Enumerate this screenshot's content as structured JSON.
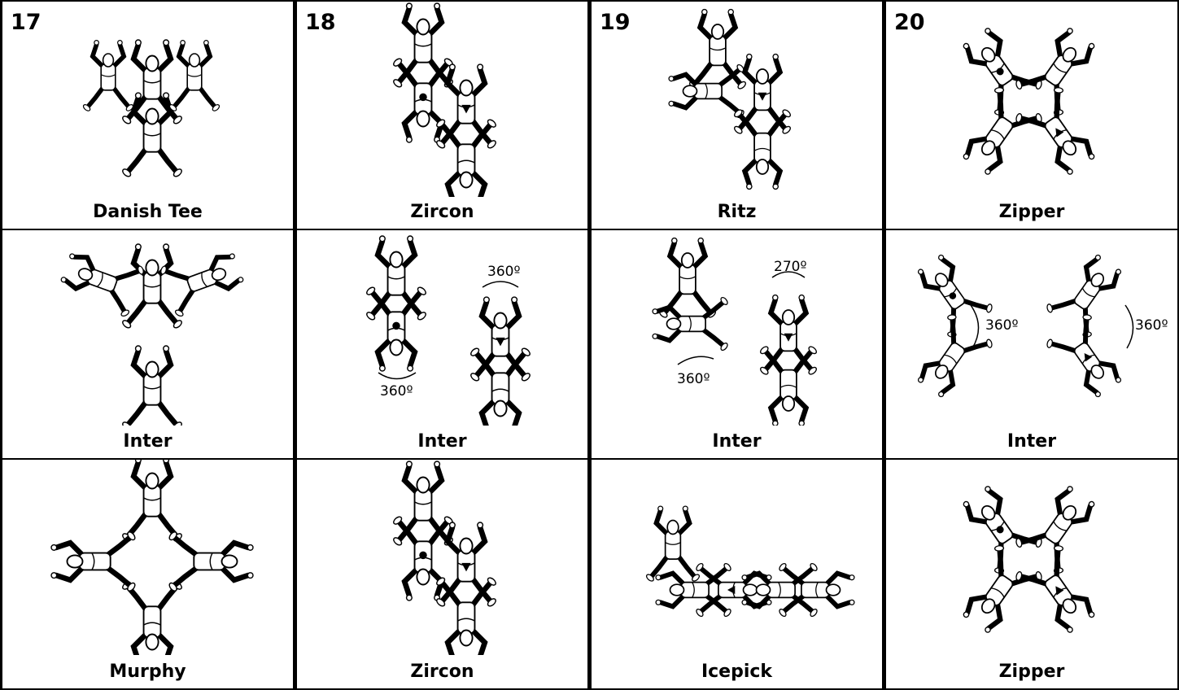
{
  "columns": [
    {
      "number": "17",
      "cells": [
        "Danish Tee",
        "Inter",
        "Murphy"
      ]
    },
    {
      "number": "18",
      "cells": [
        "Zircon",
        "Inter",
        "Zircon"
      ]
    },
    {
      "number": "19",
      "cells": [
        "Ritz",
        "Inter",
        "Icepick"
      ]
    },
    {
      "number": "20",
      "cells": [
        "Zipper",
        "Inter",
        "Zipper"
      ]
    }
  ],
  "rotations": {
    "c18_inter_a": "360º",
    "c18_inter_b": "360º",
    "c19_inter_a": "360º",
    "c19_inter_b": "270º",
    "c20_inter_a": "360º",
    "c20_inter_b": "360º"
  },
  "colors": {
    "line": "#000000",
    "background": "#ffffff"
  }
}
